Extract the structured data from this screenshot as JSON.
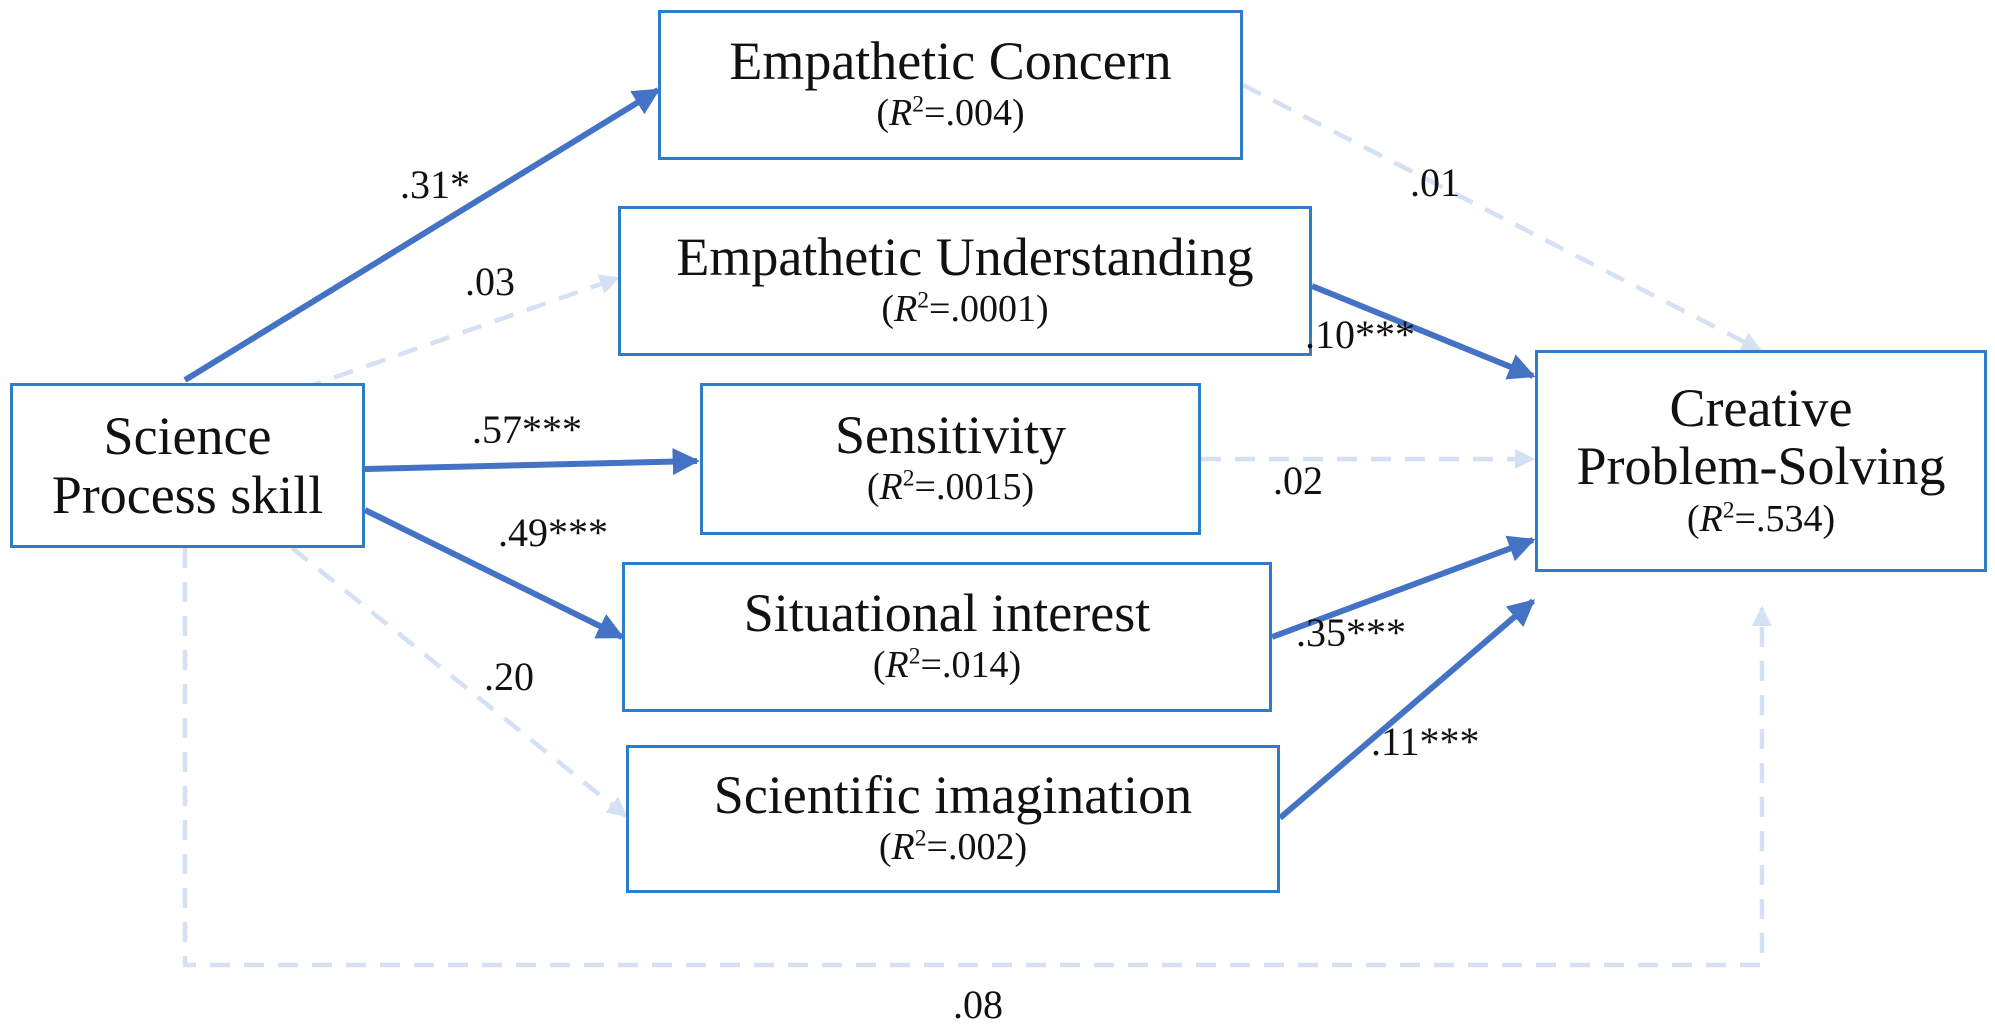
{
  "nodes": {
    "science_process_skill": {
      "line1": "Science",
      "line2": "Process skill"
    },
    "empathetic_concern": {
      "title": "Empathetic Concern",
      "r2_symbol": "R",
      "r2_exp": "2",
      "r2_value": "=.004"
    },
    "empathetic_understanding": {
      "title": "Empathetic Understanding",
      "r2_symbol": "R",
      "r2_exp": "2",
      "r2_value": "=.0001"
    },
    "sensitivity": {
      "title": "Sensitivity",
      "r2_symbol": "R",
      "r2_exp": "2",
      "r2_value": "=.0015"
    },
    "situational_interest": {
      "title": "Situational interest",
      "r2_symbol": "R",
      "r2_exp": "2",
      "r2_value": "=.014"
    },
    "scientific_imagination": {
      "title": "Scientific imagination",
      "r2_symbol": "R",
      "r2_exp": "2",
      "r2_value": "=.002"
    },
    "creative_problem_solving": {
      "line1": "Creative",
      "line2": "Problem-Solving",
      "r2_symbol": "R",
      "r2_exp": "2",
      "r2_value": "=.534"
    }
  },
  "paths": [
    {
      "from": "science_process_skill",
      "to": "empathetic_concern",
      "coefficient": ".31*",
      "significant": true
    },
    {
      "from": "science_process_skill",
      "to": "empathetic_understanding",
      "coefficient": ".03",
      "significant": false
    },
    {
      "from": "science_process_skill",
      "to": "sensitivity",
      "coefficient": ".57***",
      "significant": true
    },
    {
      "from": "science_process_skill",
      "to": "situational_interest",
      "coefficient": ".49***",
      "significant": true
    },
    {
      "from": "science_process_skill",
      "to": "scientific_imagination",
      "coefficient": ".20",
      "significant": false
    },
    {
      "from": "science_process_skill",
      "to": "creative_problem_solving",
      "coefficient": ".08",
      "significant": false
    },
    {
      "from": "empathetic_concern",
      "to": "creative_problem_solving",
      "coefficient": ".01",
      "significant": false
    },
    {
      "from": "empathetic_understanding",
      "to": "creative_problem_solving",
      "coefficient": ".10***",
      "significant": true
    },
    {
      "from": "sensitivity",
      "to": "creative_problem_solving",
      "coefficient": ".02",
      "significant": false
    },
    {
      "from": "situational_interest",
      "to": "creative_problem_solving",
      "coefficient": ".35***",
      "significant": true
    },
    {
      "from": "scientific_imagination",
      "to": "creative_problem_solving",
      "coefficient": ".11***",
      "significant": true
    }
  ],
  "colors": {
    "box_border": "#2e7dc6",
    "significant_path": "#4472c4",
    "nonsignificant_path": "#d4e0f3",
    "text": "#111111"
  }
}
